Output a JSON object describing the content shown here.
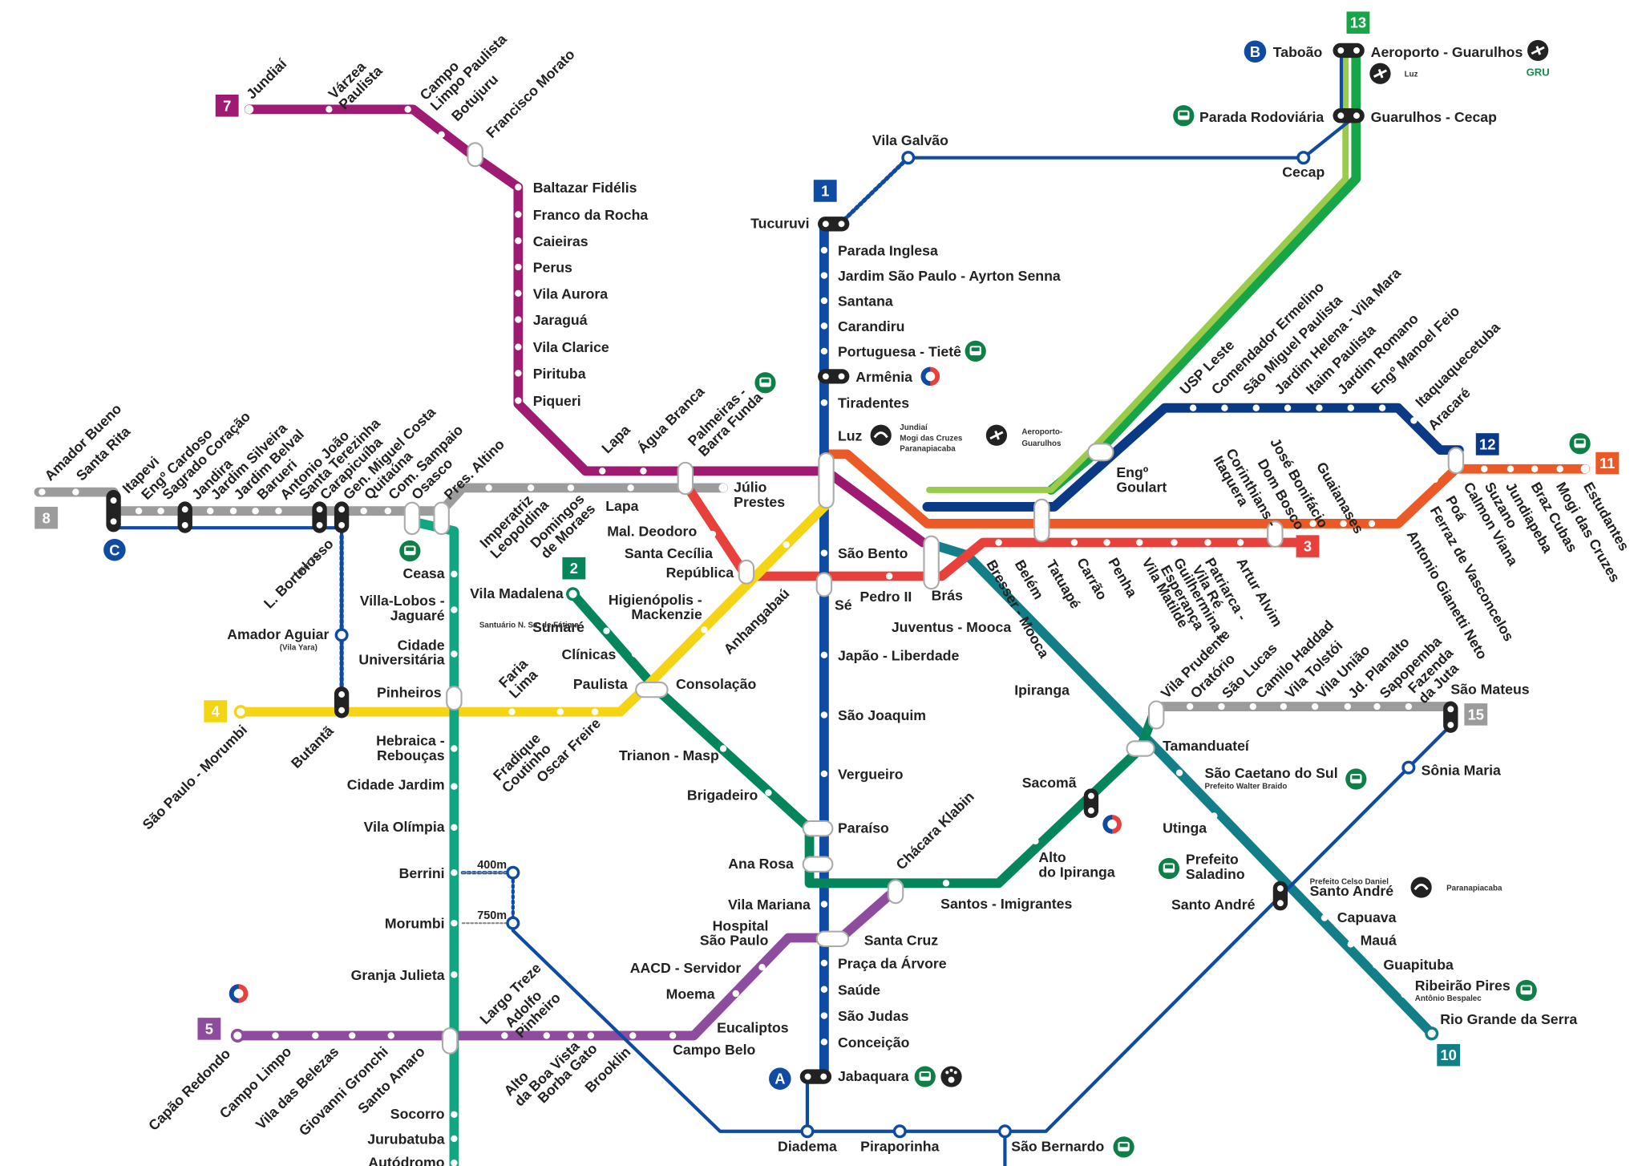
{
  "colors": {
    "line1": "#0f4aa3",
    "line2": "#04855c",
    "line3": "#e8403a",
    "line4": "#f5d415",
    "line5": "#8e4c9e",
    "line7": "#9f1a73",
    "line8": "#9c9c9c",
    "line9": "#10a682",
    "line10": "#127f88",
    "line11": "#eb5a26",
    "line12": "#0a3a85",
    "line13": "#16a547",
    "line13_light": "#9acb4b",
    "line15": "#9b9b9b",
    "bus": "#0f7f48",
    "black": "#222222"
  },
  "lines": [
    {
      "number": "1"
    },
    {
      "number": "2"
    },
    {
      "number": "3"
    },
    {
      "number": "4"
    },
    {
      "number": "5"
    },
    {
      "number": "7"
    },
    {
      "number": "8"
    },
    {
      "number": "10"
    },
    {
      "number": "11"
    },
    {
      "number": "12"
    },
    {
      "number": "13"
    },
    {
      "number": "15"
    }
  ],
  "connectors": [
    {
      "letter": "A"
    },
    {
      "letter": "B"
    },
    {
      "letter": "C"
    }
  ],
  "gru_label": "GRU",
  "walks": [
    "400m",
    "750m"
  ],
  "notes": {
    "luz_1": "Jundiaí",
    "luz_2": "Mogi das Cruzes",
    "luz_3": "Paranapiacaba",
    "luz_air": "Aeroporto-",
    "luz_air2": "Guarulhos",
    "airport_luz": "Luz",
    "santo_andre_note": "Paranapiacaba"
  },
  "stations": {
    "jundiai": "Jundiaí",
    "varzea": "Várzea Paulista",
    "campo_limpo_paulista": "Campo Limpo Paulista",
    "botujuru": "Botujuru",
    "francisco_morato": "Francisco Morato",
    "baltazar": "Baltazar Fidélis",
    "franco_rocha": "Franco da Rocha",
    "caieiras": "Caieiras",
    "perus": "Perus",
    "vila_aurora": "Vila Aurora",
    "jaragua": "Jaraguá",
    "vila_clarice": "Vila Clarice",
    "pirituba": "Pirituba",
    "piqueri": "Piqueri",
    "lapa7": "Lapa",
    "agua_branca": "Água Branca",
    "palmeiras": "Palmeiras - Barra Funda",
    "luz": "Luz",
    "julio_prestes": "Júlio Prestes",
    "amador_bueno": "Amador Bueno",
    "santa_rita": "Santa Rita",
    "itapevi": "Itapevi",
    "eng_cardoso": "Engº Cardoso",
    "sagrado": "Sagrado Coração",
    "jandira": "Jandira",
    "jardim_silveira": "Jardim Silveira",
    "jardim_belval": "Jardim Belval",
    "barueri": "Barueri",
    "antonio_joao": "Antonio João",
    "santa_terezinha": "Santa Terezinha",
    "carapicuiba": "Carapicuíba",
    "gen_miguel": "Gen. Miguel Costa",
    "quitauna": "Quitaúna",
    "com_sampaio": "Com. Sampaio",
    "osasco": "Osasco",
    "pres_altino": "Pres. Altino",
    "imperatriz": "Imperatriz Leopoldina",
    "domingos": "Domingos de Moraes",
    "lapa8": "Lapa",
    "l_bortolosso": "L. Bortolosso",
    "l_bortolosso_km": "(Km 21)",
    "amador_aguiar": "Amador Aguiar",
    "vila_yara": "(Vila Yara)",
    "ceasa": "Ceasa",
    "villa_lobos": "Villa-Lobos - Jaguaré",
    "cidade_univ": "Cidade Universitária",
    "pinheiros": "Pinheiros",
    "hebraica": "Hebraica - Rebouças",
    "cidade_jardim": "Cidade Jardim",
    "vila_olimpia": "Vila Olímpia",
    "berrini": "Berrini",
    "morumbi9": "Morumbi",
    "granja_julieta": "Granja Julieta",
    "socorro": "Socorro",
    "jurubatuba": "Jurubatuba",
    "autodromo": "Autódromo",
    "sao_paulo_morumbi": "São Paulo - Morumbi",
    "butanta": "Butantã",
    "faria_lima": "Faria Lima",
    "fradique": "Fradique Coutinho",
    "oscar_freire": "Oscar Freire",
    "paulista": "Paulista",
    "consolacao": "Consolação",
    "higienopolis": "Higienópolis - Mackenzie",
    "republica": "República",
    "mal_deodoro": "Mal. Deodoro",
    "santa_cecilia": "Santa Cecília",
    "anhangabau": "Anhangabaú",
    "se": "Sé",
    "pedro_ii": "Pedro II",
    "bras": "Brás",
    "vila_madalena": "Vila Madalena",
    "sumare": "Sumaré",
    "santuario": "Santuário N. Sa. de Fátima",
    "clinicas": "Clínicas",
    "trianon": "Trianon - Masp",
    "brigadeiro": "Brigadeiro",
    "paraiso": "Paraíso",
    "ana_rosa": "Ana Rosa",
    "chacara": "Chácara Klabin",
    "santos_imigrantes": "Santos - Imigrantes",
    "alto_ipiranga": "Alto do Ipiranga",
    "sacoma": "Sacomã",
    "tamanduatei": "Tamanduateí",
    "vila_prudente": "Vila Prudente",
    "tucuruvi": "Tucuruvi",
    "parada_inglesa": "Parada Inglesa",
    "jardim_sp": "Jardim São Paulo - Ayrton Senna",
    "santana": "Santana",
    "carandiru": "Carandiru",
    "portuguesa": "Portuguesa - Tietê",
    "armenia": "Armênia",
    "tiradentes": "Tiradentes",
    "sao_bento": "São Bento",
    "japao": "Japão - Liberdade",
    "sao_joaquim": "São Joaquim",
    "vergueiro": "Vergueiro",
    "vila_mariana": "Vila Mariana",
    "santa_cruz": "Santa Cruz",
    "praca_arvore": "Praça da Árvore",
    "saude": "Saúde",
    "sao_judas": "São Judas",
    "conceicao": "Conceição",
    "jabaquara": "Jabaquara",
    "vila_galvao": "Vila Galvão",
    "cecap": "Cecap",
    "taboao": "Taboão",
    "aeroporto": "Aeroporto - Guarulhos",
    "parada_rodo": "Parada Rodoviária",
    "guarulhos_cecap": "Guarulhos - Cecap",
    "hospital_sp": "Hospital São Paulo",
    "aacd": "AACD - Servidor",
    "moema": "Moema",
    "eucaliptos": "Eucaliptos",
    "campo_belo": "Campo Belo",
    "capao_redondo": "Capão Redondo",
    "campo_limpo": "Campo Limpo",
    "vila_belezas": "Vila das Belezas",
    "giovanni": "Giovanni Gronchi",
    "santo_amaro": "Santo Amaro",
    "largo_treze": "Largo Treze",
    "adolfo": "Adolfo Pinheiro",
    "alto_boa_vista": "Alto da Boa Vista",
    "borba_gato": "Borba Gato",
    "brooklin": "Brooklin",
    "diadema": "Diadema",
    "piraporinha": "Piraporinha",
    "sao_bernardo": "São Bernardo",
    "eng_goulart": "Engº Goulart",
    "usp_leste": "USP Leste",
    "com_ermelino": "Comendador Ermelino",
    "sao_miguel": "São Miguel Paulista",
    "jardim_helena": "Jardim Helena - Vila Mara",
    "itaim": "Itaim Paulista",
    "jardim_romano": "Jardim Romano",
    "eng_manoel": "Engº Manoel Feio",
    "itaquaquecetuba": "Itaquaquecetuba",
    "aracare": "Aracaré",
    "calmon": "Calmon Viana",
    "suzano": "Suzano",
    "jundiapeba": "Jundiapeba",
    "braz_cubas": "Braz Cubas",
    "mogi": "Mogi das Cruzes",
    "estudantes": "Estudantes",
    "poa": "Poá",
    "ferraz": "Ferraz de Vasconcelos",
    "antonio_gianetti": "Antonio Gianetti Neto",
    "belem": "Belém",
    "tatuape": "Tatuapé",
    "carrao": "Carrão",
    "penha": "Penha",
    "vila_matilde": "Vila Matilde",
    "guilhermina": "Guilhermina - Esperança",
    "patriarca": "Patriarca - Vila Ré",
    "artur_alvim": "Artur Alvim",
    "corinthians": "Corinthians - Itaquera",
    "jose_bonifacio": "José Bonifácio",
    "dom_bosco": "Dom Bosco",
    "guaianases": "Guaianases",
    "bresser": "Bresser - Mooca",
    "juventus": "Juventus - Mooca",
    "ipiranga": "Ipiranga",
    "sao_caetano": "São Caetano do Sul",
    "prefeito_walter": "Prefeito Walter Braido",
    "utinga": "Utinga",
    "prefeito_saladino": "Prefeito Saladino",
    "santo_andre": "Santo André",
    "santo_andre_l": "Santo André",
    "prefeito_celso": "Prefeito Celso Daniel",
    "capuava": "Capuava",
    "maua": "Mauá",
    "guapituba": "Guapituba",
    "ribeirao_pires": "Ribeirão Pires",
    "antonio_bespalec": "Antônio Bespalec",
    "rio_grande": "Rio Grande da Serra",
    "oratorio": "Oratório",
    "sao_lucas": "São Lucas",
    "camilo_haddad": "Camilo Haddad",
    "vila_tolstoi": "Vila Tolstói",
    "vila_uniao": "Vila União",
    "jd_planalto": "Jd. Planalto",
    "sapopemba": "Sapopemba",
    "fazenda_juta": "Fazenda da Juta",
    "sao_mateus": "São Mateus",
    "sonia_maria": "Sônia Maria"
  }
}
